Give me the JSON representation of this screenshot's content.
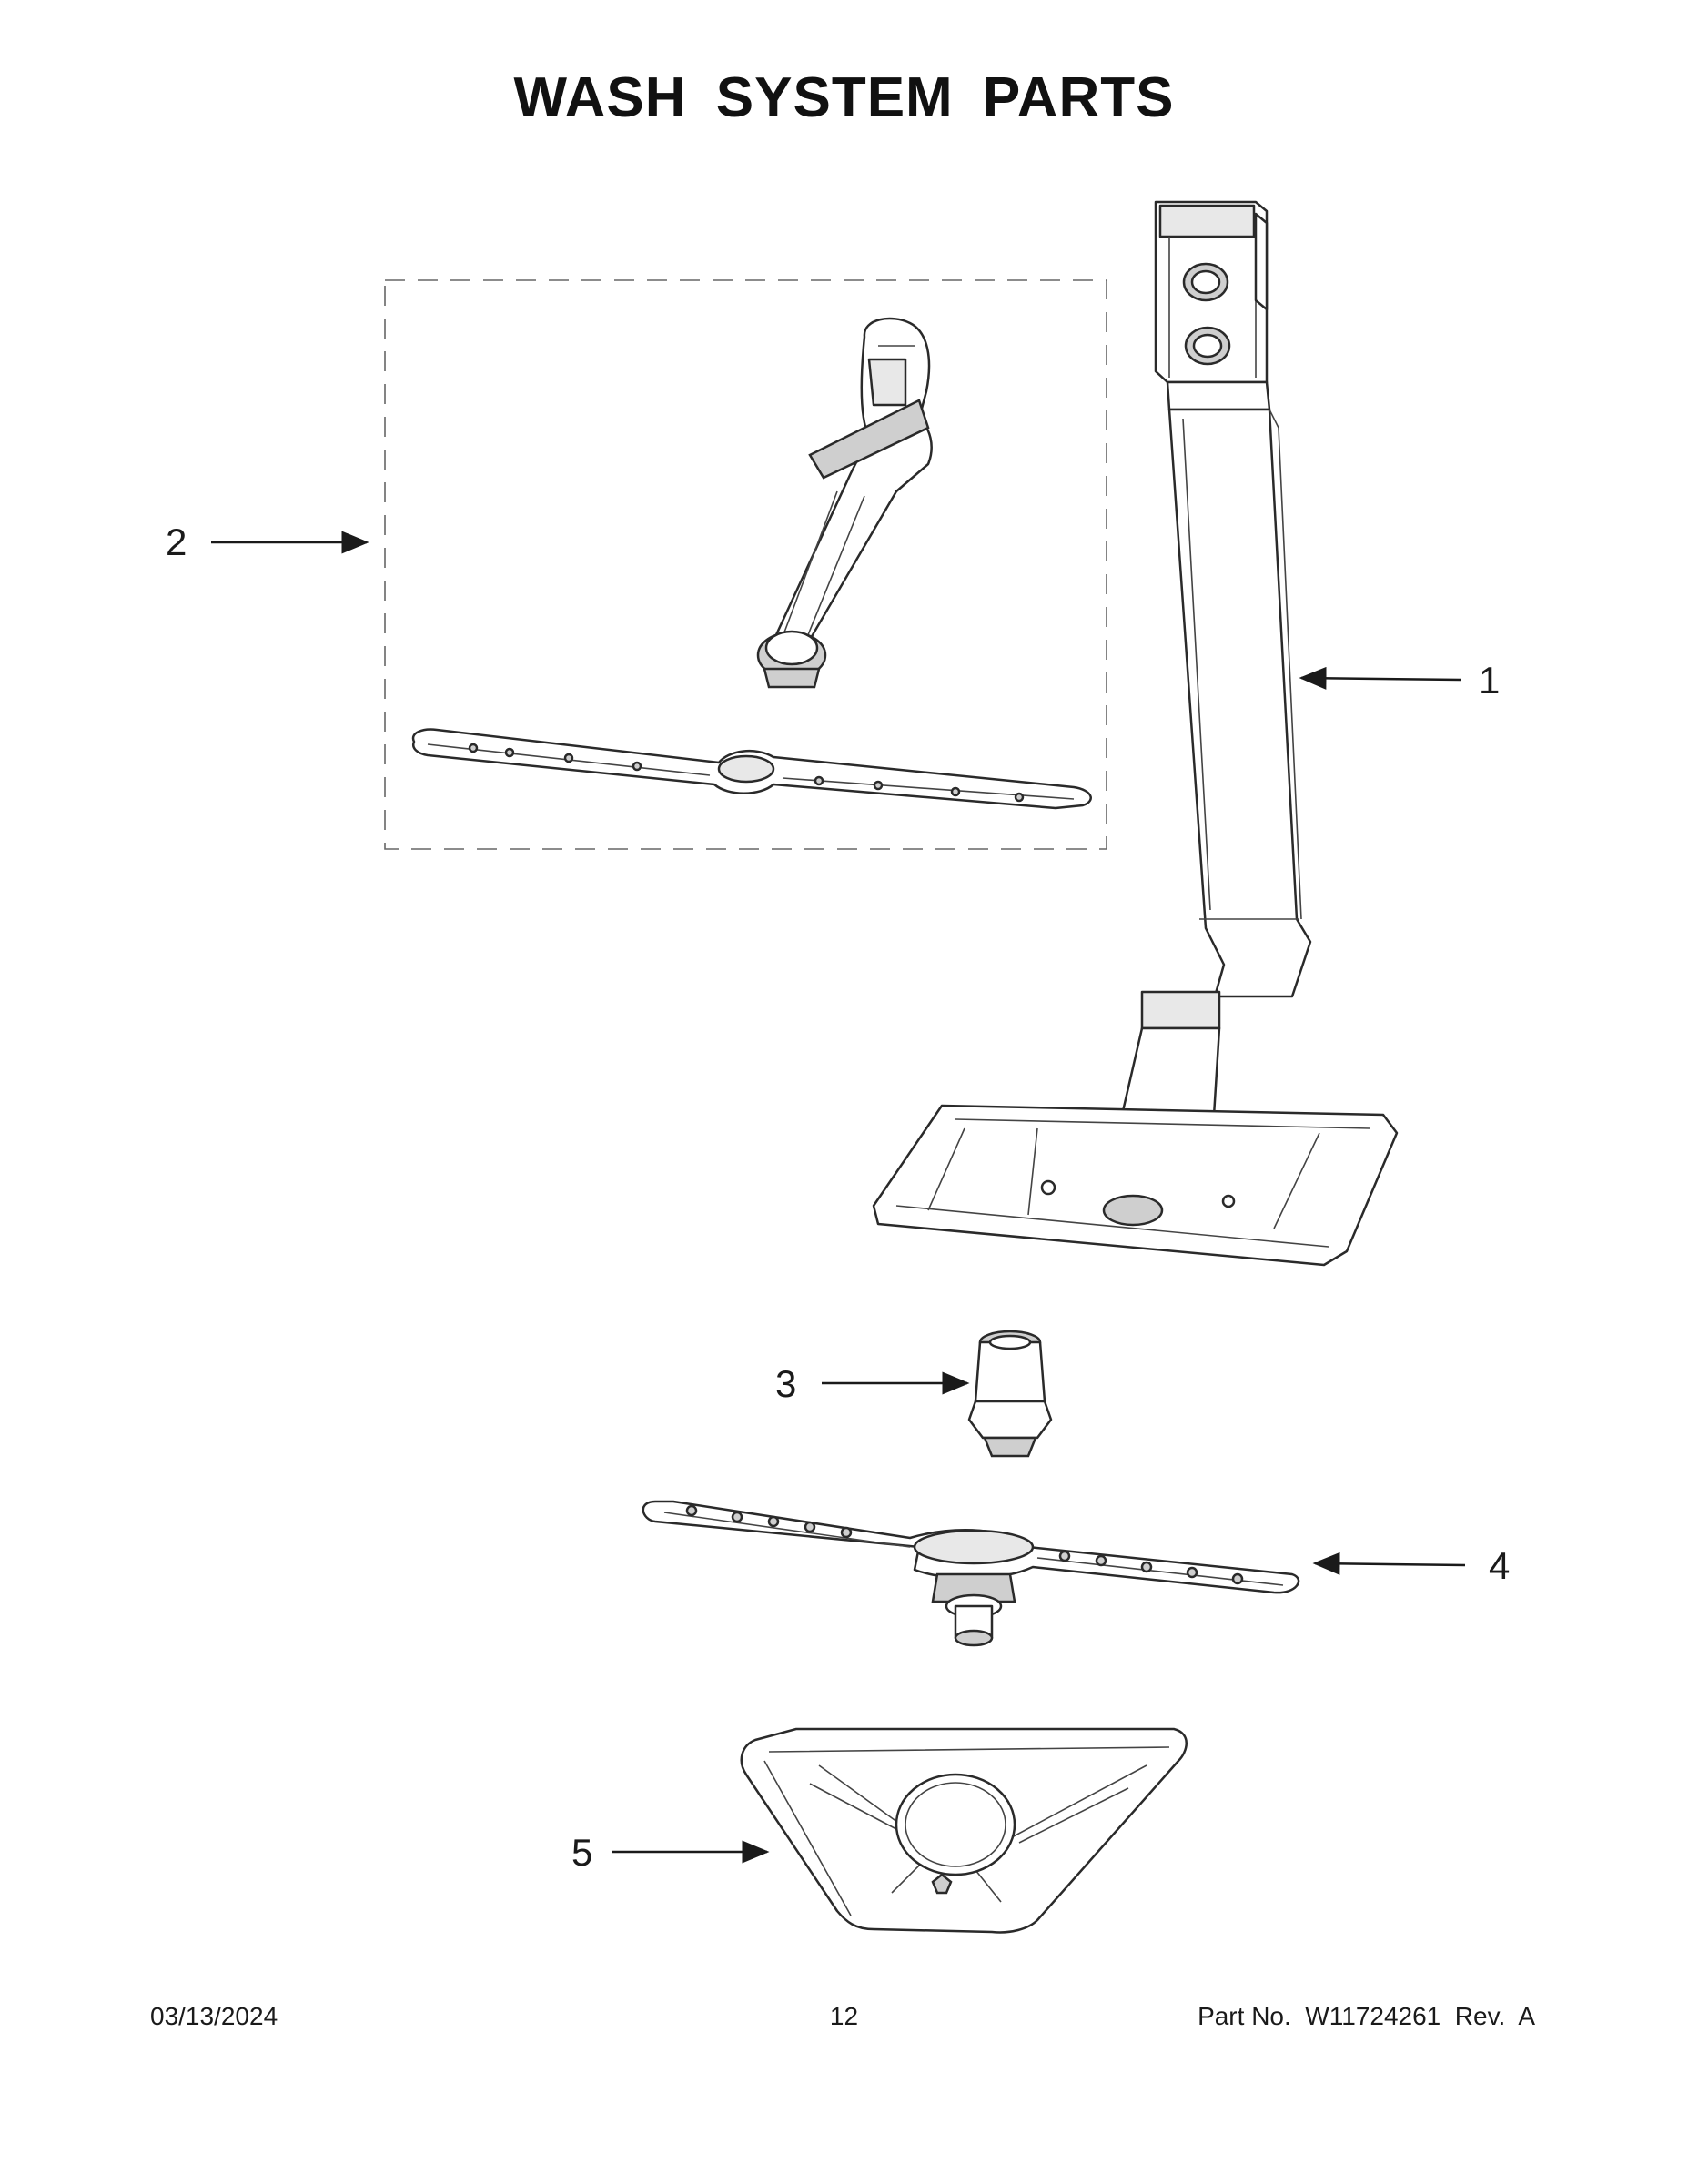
{
  "title": "WASH SYSTEM PARTS",
  "callouts": [
    {
      "id": "1",
      "label": "1"
    },
    {
      "id": "2",
      "label": "2"
    },
    {
      "id": "3",
      "label": "3"
    },
    {
      "id": "4",
      "label": "4"
    },
    {
      "id": "5",
      "label": "5"
    }
  ],
  "footer": {
    "date": "03/13/2024",
    "page": "12",
    "part_no": "Part No.  W11724261  Rev.  A"
  }
}
